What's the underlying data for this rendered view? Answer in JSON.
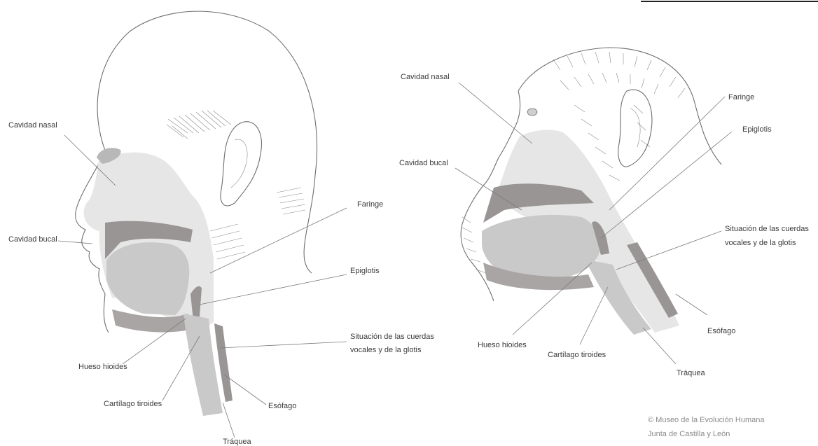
{
  "human": {
    "labels": {
      "cavidad_nasal": "Cavidad nasal",
      "cavidad_bucal": "Cavidad bucal",
      "faringe": "Faringe",
      "epiglotis": "Epiglotis",
      "cuerdas_line1": "Situación de las cuerdas",
      "cuerdas_line2": "vocales y de la glotis",
      "hueso_hioides": "Hueso hioides",
      "cartilago_tiroides": "Cartílago tiroides",
      "esofago": "Esófago",
      "traquea": "Tráquea"
    }
  },
  "chimp": {
    "labels": {
      "cavidad_nasal": "Cavidad nasal",
      "cavidad_bucal": "Cavidad bucal",
      "faringe": "Faringe",
      "epiglotis": "Epiglotis",
      "cuerdas_line1": "Situación de las cuerdas",
      "cuerdas_line2": "vocales y de la glotis",
      "hueso_hioides": "Hueso hioides",
      "cartilago_tiroides": "Cartílago tiroides",
      "esofago": "Esófago",
      "traquea": "Tráquea"
    }
  },
  "credit": {
    "line1": "© Museo de la Evolución Humana",
    "line2": "Junta de Castilla y León"
  },
  "colors": {
    "light_tissue": "#e6e6e6",
    "mid_tissue": "#c9c9c9",
    "dark_tissue": "#9a9595",
    "line": "#6e6e6e"
  }
}
